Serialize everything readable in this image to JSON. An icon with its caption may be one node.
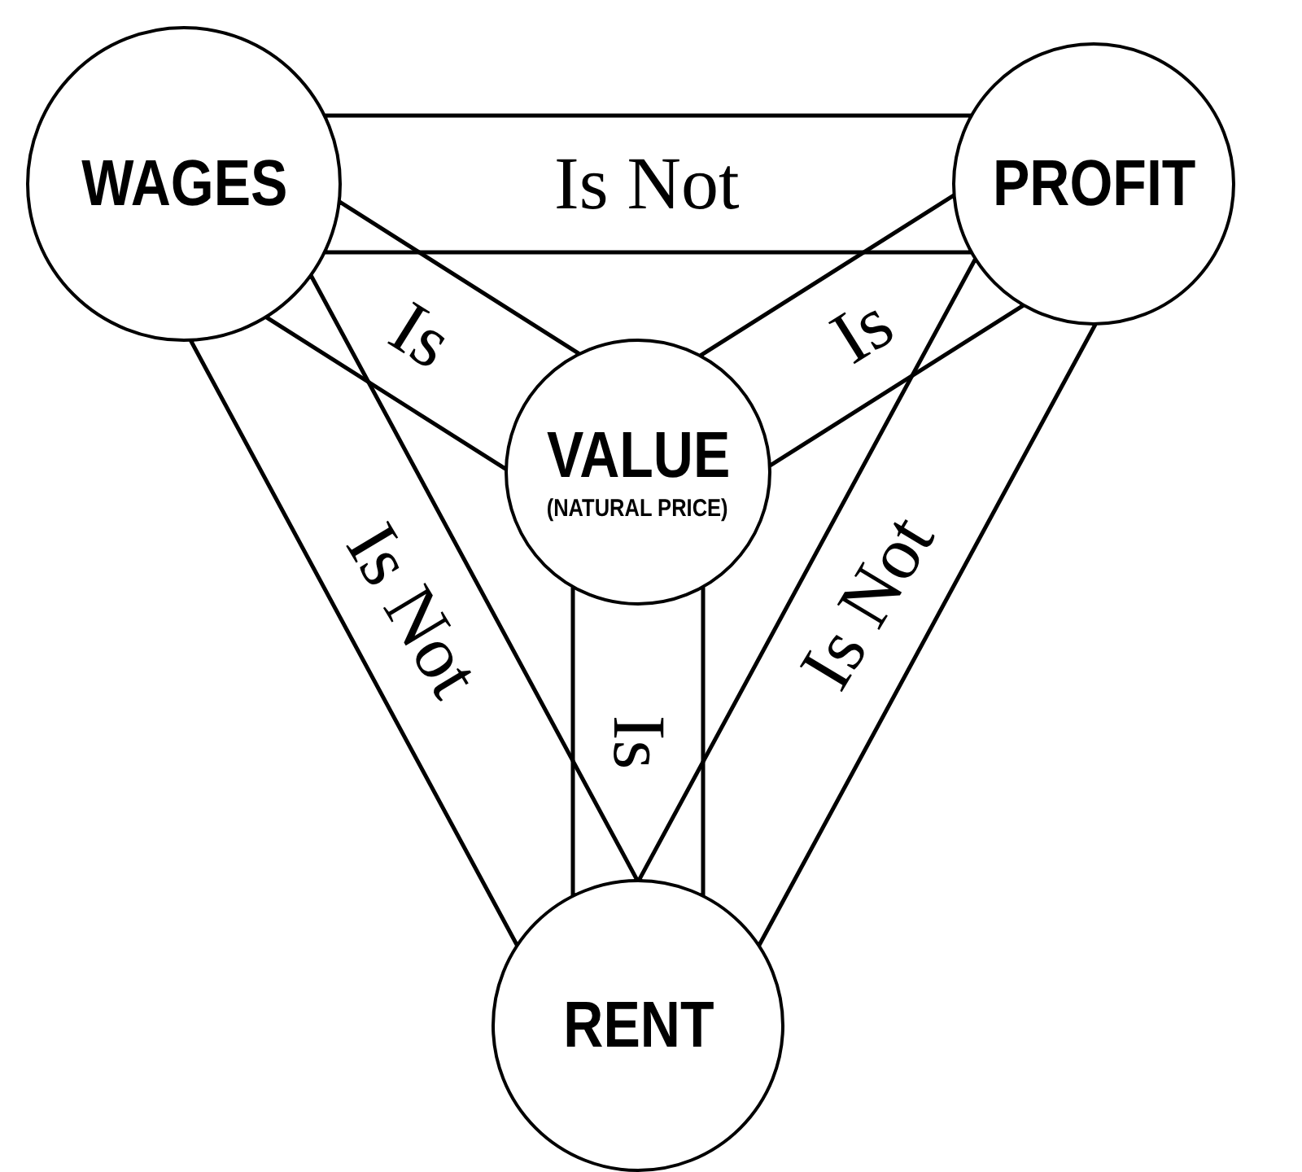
{
  "diagram": {
    "nodes": [
      {
        "text": [
          "WAGES"
        ]
      },
      {
        "text": [
          "PROFIT"
        ]
      },
      {
        "text": [
          "VALUE",
          "(NATURAL PRICE)"
        ]
      },
      {
        "text": [
          "RENT"
        ]
      }
    ],
    "edges": [
      {
        "from": 0,
        "to": 1,
        "arrow": "none",
        "label": "Is Not"
      },
      {
        "from": 0,
        "to": 2,
        "arrow": "none",
        "label": "Is"
      },
      {
        "from": 1,
        "to": 2,
        "arrow": "none",
        "label": "Is"
      },
      {
        "from": 2,
        "to": 3,
        "arrow": "none",
        "label": "Is"
      },
      {
        "from": 0,
        "to": 3,
        "arrow": "none",
        "label": "Is Not"
      },
      {
        "from": 1,
        "to": 3,
        "arrow": "none",
        "label": "Is Not"
      }
    ]
  }
}
